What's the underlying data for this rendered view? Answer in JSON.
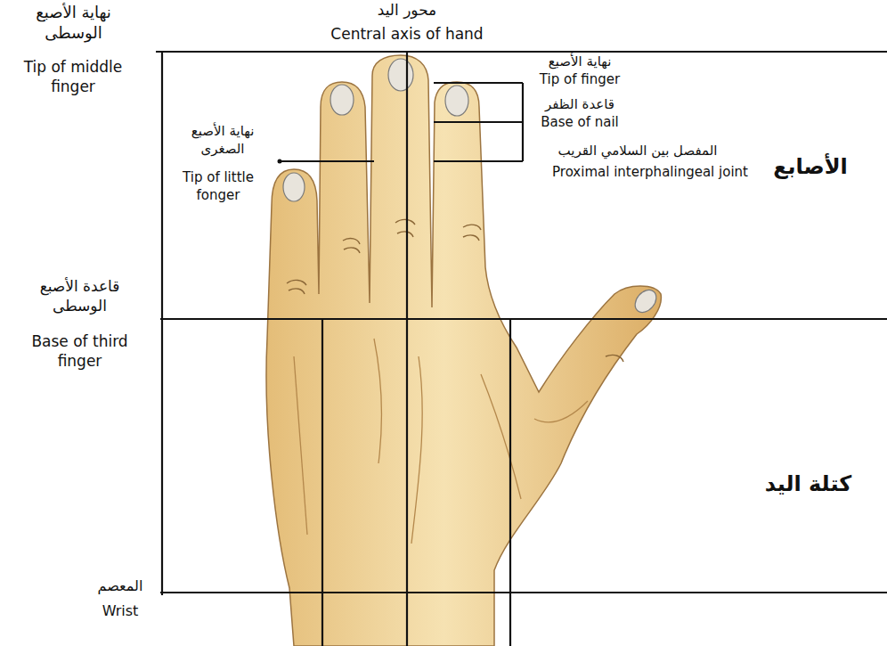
{
  "diagram": {
    "labels": [
      "نهاية الأصبع الوسطى",
      "Tip of middle finger",
      "محور اليد",
      "Central axis of hand",
      "نهاية الأصبع",
      "Tip of finger",
      "قاعدة الظفر",
      "Base of nail",
      "المفصل بين السلامي القريب",
      "Proximal interphalingeal joint",
      "الأصابع",
      "نهاية الأصبع الصغرى",
      "Tip of little fonger",
      "قاعدة الأصبع الوسطى",
      "Base of third finger",
      "كتلة اليد",
      "المعصم",
      "Wrist"
    ]
  }
}
